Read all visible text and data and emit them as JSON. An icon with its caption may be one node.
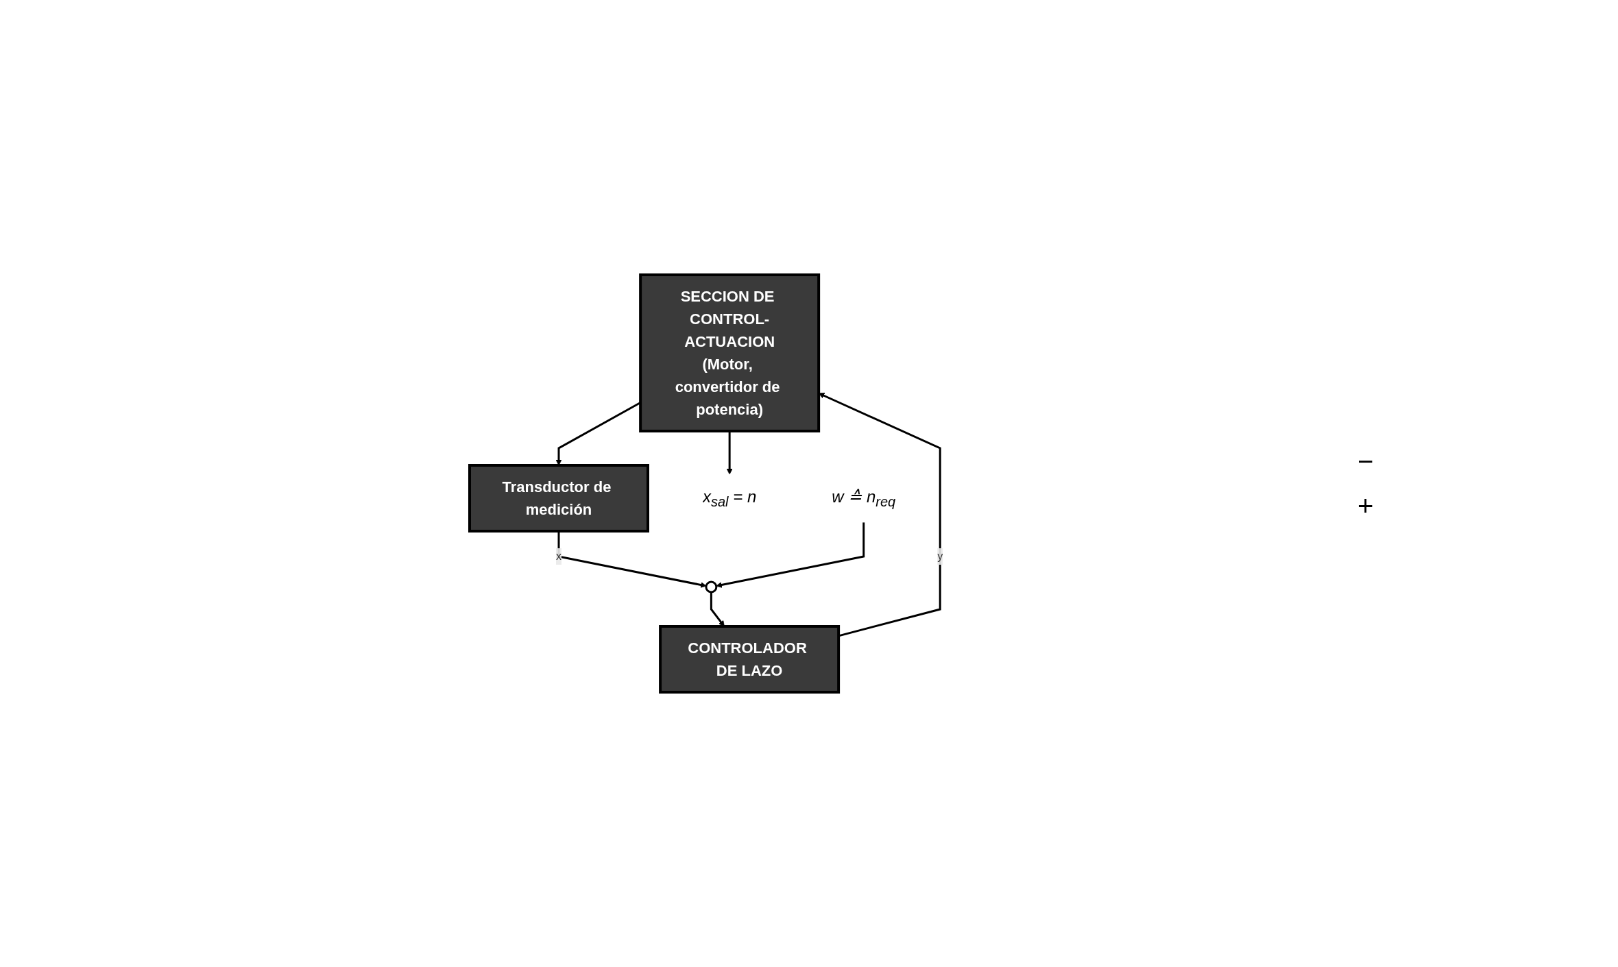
{
  "diagram": {
    "nodes": [
      {
        "text": [
          "SECCION DE CONTROL-ACTUACION",
          "(Motor, convertidor de potencia)"
        ]
      },
      {
        "text": [
          "Transductor de medición"
        ]
      },
      {
        "text": [],
        "shape": "circle"
      },
      {
        "text": [
          "CONTROLADOR DE LAZO"
        ]
      },
      {
        "text": [
          "x$_{sal}$ = n"
        ]
      },
      {
        "text": [
          "w ≙ n$_{req}$"
        ]
      }
    ],
    "edges": [
      {
        "from": 0,
        "to": 4,
        "arrow": "to"
      },
      {
        "from": 0,
        "to": 1,
        "arrow": "to"
      },
      {
        "from": 1,
        "to": 2,
        "arrow": "to",
        "label": "x"
      },
      {
        "from": 5,
        "to": 2,
        "arrow": "to"
      },
      {
        "from": 2,
        "to": 3,
        "arrow": "to"
      },
      {
        "from": 3,
        "to": 0,
        "arrow": "to",
        "label": "y"
      }
    ],
    "labels": [
      "−",
      "+"
    ]
  }
}
